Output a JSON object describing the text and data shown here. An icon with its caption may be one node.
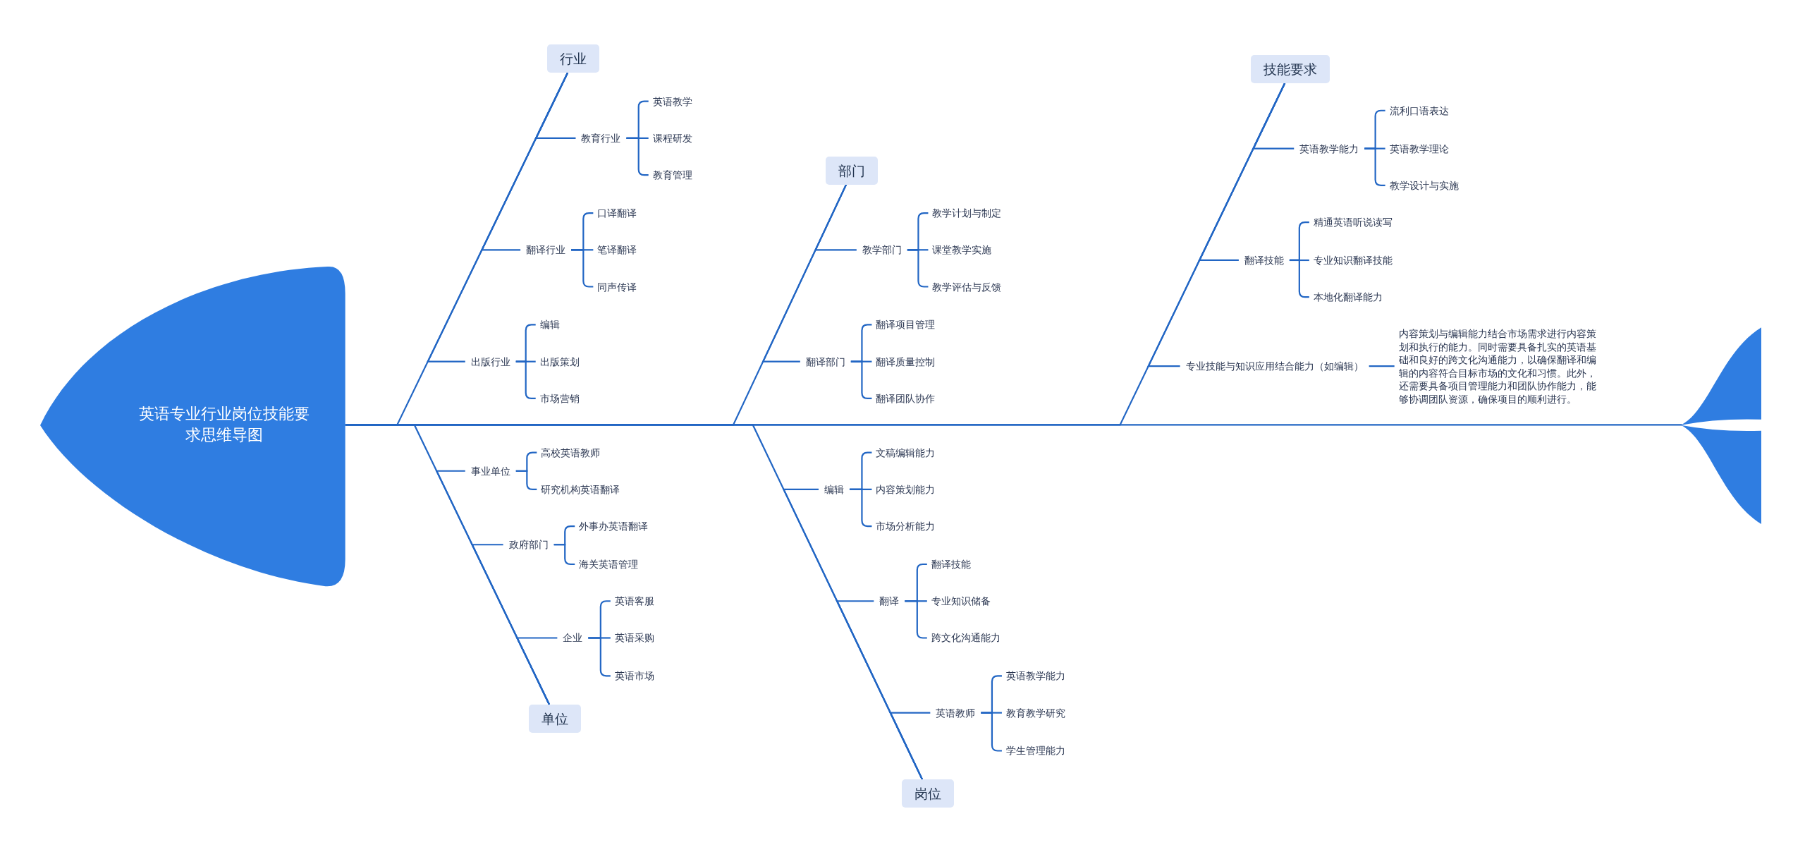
{
  "diagram": {
    "nodes": [
      {
        "text": [
          "英语专业行业岗位技能要求思维导图"
        ]
      },
      {
        "text": [
          "行业"
        ]
      },
      {
        "text": [
          "教育行业"
        ]
      },
      {
        "text": [
          "英语教学"
        ]
      },
      {
        "text": [
          "课程研发"
        ]
      },
      {
        "text": [
          "教育管理"
        ]
      },
      {
        "text": [
          "翻译行业"
        ]
      },
      {
        "text": [
          "口译翻译"
        ]
      },
      {
        "text": [
          "笔译翻译"
        ]
      },
      {
        "text": [
          "同声传译"
        ]
      },
      {
        "text": [
          "出版行业"
        ]
      },
      {
        "text": [
          "编辑"
        ]
      },
      {
        "text": [
          "出版策划"
        ]
      },
      {
        "text": [
          "市场营销"
        ]
      },
      {
        "text": [
          "单位"
        ]
      },
      {
        "text": [
          "事业单位"
        ]
      },
      {
        "text": [
          "高校英语教师"
        ]
      },
      {
        "text": [
          "研究机构英语翻译"
        ]
      },
      {
        "text": [
          "政府部门"
        ]
      },
      {
        "text": [
          "外事办英语翻译"
        ]
      },
      {
        "text": [
          "海关英语管理"
        ]
      },
      {
        "text": [
          "企业"
        ]
      },
      {
        "text": [
          "英语客服"
        ]
      },
      {
        "text": [
          "英语采购"
        ]
      },
      {
        "text": [
          "英语市场"
        ]
      },
      {
        "text": [
          "部门"
        ]
      },
      {
        "text": [
          "教学部门"
        ]
      },
      {
        "text": [
          "教学计划与制定"
        ]
      },
      {
        "text": [
          "课堂教学实施"
        ]
      },
      {
        "text": [
          "教学评估与反馈"
        ]
      },
      {
        "text": [
          "翻译部门"
        ]
      },
      {
        "text": [
          "翻译项目管理"
        ]
      },
      {
        "text": [
          "翻译质量控制"
        ]
      },
      {
        "text": [
          "翻译团队协作"
        ]
      },
      {
        "text": [
          "岗位"
        ]
      },
      {
        "text": [
          "编辑"
        ]
      },
      {
        "text": [
          "文稿编辑能力"
        ]
      },
      {
        "text": [
          "内容策划能力"
        ]
      },
      {
        "text": [
          "市场分析能力"
        ]
      },
      {
        "text": [
          "翻译"
        ]
      },
      {
        "text": [
          "翻译技能"
        ]
      },
      {
        "text": [
          "专业知识储备"
        ]
      },
      {
        "text": [
          "跨文化沟通能力"
        ]
      },
      {
        "text": [
          "英语教师"
        ]
      },
      {
        "text": [
          "英语教学能力"
        ]
      },
      {
        "text": [
          "教育教学研究"
        ]
      },
      {
        "text": [
          "学生管理能力"
        ]
      },
      {
        "text": [
          "技能要求"
        ]
      },
      {
        "text": [
          "英语教学能力"
        ]
      },
      {
        "text": [
          "流利口语表达"
        ]
      },
      {
        "text": [
          "英语教学理论"
        ]
      },
      {
        "text": [
          "教学设计与实施"
        ]
      },
      {
        "text": [
          "翻译技能"
        ]
      },
      {
        "text": [
          "精通英语听说读写"
        ]
      },
      {
        "text": [
          "专业知识翻译技能"
        ]
      },
      {
        "text": [
          "本地化翻译能力"
        ]
      },
      {
        "text": [
          "专业技能与知识应用结合能力（如编辑）"
        ]
      },
      {
        "text": [
          "内容策划与编辑能力结合市场需求进行内容策划和执行的能力。同时需要具备扎实的英语基础和良好的跨文化沟通能力，以确保翻译和编辑的内容符合目标市场的文化和习惯。此外，还需要具备项目管理能力和团队协作能力，能够协调团队资源，确保项目的顺利进行。"
        ]
      },
      {
        "text": [],
        "shape": "fin"
      }
    ],
    "edges": [
      {
        "from": 0,
        "to": 58,
        "arrow": "none"
      },
      {
        "from": 0,
        "to": 1,
        "arrow": "none"
      },
      {
        "from": 1,
        "to": 2,
        "arrow": "none"
      },
      {
        "from": 2,
        "to": 3,
        "arrow": "none"
      },
      {
        "from": 2,
        "to": 4,
        "arrow": "none"
      },
      {
        "from": 2,
        "to": 5,
        "arrow": "none"
      },
      {
        "from": 1,
        "to": 6,
        "arrow": "none"
      },
      {
        "from": 6,
        "to": 7,
        "arrow": "none"
      },
      {
        "from": 6,
        "to": 8,
        "arrow": "none"
      },
      {
        "from": 6,
        "to": 9,
        "arrow": "none"
      },
      {
        "from": 1,
        "to": 10,
        "arrow": "none"
      },
      {
        "from": 10,
        "to": 11,
        "arrow": "none"
      },
      {
        "from": 10,
        "to": 12,
        "arrow": "none"
      },
      {
        "from": 10,
        "to": 13,
        "arrow": "none"
      },
      {
        "from": 0,
        "to": 14,
        "arrow": "none"
      },
      {
        "from": 14,
        "to": 15,
        "arrow": "none"
      },
      {
        "from": 15,
        "to": 16,
        "arrow": "none"
      },
      {
        "from": 15,
        "to": 17,
        "arrow": "none"
      },
      {
        "from": 14,
        "to": 18,
        "arrow": "none"
      },
      {
        "from": 18,
        "to": 19,
        "arrow": "none"
      },
      {
        "from": 18,
        "to": 20,
        "arrow": "none"
      },
      {
        "from": 14,
        "to": 21,
        "arrow": "none"
      },
      {
        "from": 21,
        "to": 22,
        "arrow": "none"
      },
      {
        "from": 21,
        "to": 23,
        "arrow": "none"
      },
      {
        "from": 21,
        "to": 24,
        "arrow": "none"
      },
      {
        "from": 0,
        "to": 25,
        "arrow": "none"
      },
      {
        "from": 25,
        "to": 26,
        "arrow": "none"
      },
      {
        "from": 26,
        "to": 27,
        "arrow": "none"
      },
      {
        "from": 26,
        "to": 28,
        "arrow": "none"
      },
      {
        "from": 26,
        "to": 29,
        "arrow": "none"
      },
      {
        "from": 25,
        "to": 30,
        "arrow": "none"
      },
      {
        "from": 30,
        "to": 31,
        "arrow": "none"
      },
      {
        "from": 30,
        "to": 32,
        "arrow": "none"
      },
      {
        "from": 30,
        "to": 33,
        "arrow": "none"
      },
      {
        "from": 0,
        "to": 34,
        "arrow": "none"
      },
      {
        "from": 34,
        "to": 35,
        "arrow": "none"
      },
      {
        "from": 35,
        "to": 36,
        "arrow": "none"
      },
      {
        "from": 35,
        "to": 37,
        "arrow": "none"
      },
      {
        "from": 35,
        "to": 38,
        "arrow": "none"
      },
      {
        "from": 34,
        "to": 39,
        "arrow": "none"
      },
      {
        "from": 39,
        "to": 40,
        "arrow": "none"
      },
      {
        "from": 39,
        "to": 41,
        "arrow": "none"
      },
      {
        "from": 39,
        "to": 42,
        "arrow": "none"
      },
      {
        "from": 34,
        "to": 43,
        "arrow": "none"
      },
      {
        "from": 43,
        "to": 44,
        "arrow": "none"
      },
      {
        "from": 43,
        "to": 45,
        "arrow": "none"
      },
      {
        "from": 43,
        "to": 46,
        "arrow": "none"
      },
      {
        "from": 0,
        "to": 47,
        "arrow": "none"
      },
      {
        "from": 47,
        "to": 48,
        "arrow": "none"
      },
      {
        "from": 48,
        "to": 49,
        "arrow": "none"
      },
      {
        "from": 48,
        "to": 50,
        "arrow": "none"
      },
      {
        "from": 48,
        "to": 51,
        "arrow": "none"
      },
      {
        "from": 47,
        "to": 52,
        "arrow": "none"
      },
      {
        "from": 52,
        "to": 53,
        "arrow": "none"
      },
      {
        "from": 52,
        "to": 54,
        "arrow": "none"
      },
      {
        "from": 52,
        "to": 55,
        "arrow": "none"
      },
      {
        "from": 47,
        "to": 56,
        "arrow": "none"
      },
      {
        "from": 56,
        "to": 57,
        "arrow": "none"
      }
    ]
  }
}
